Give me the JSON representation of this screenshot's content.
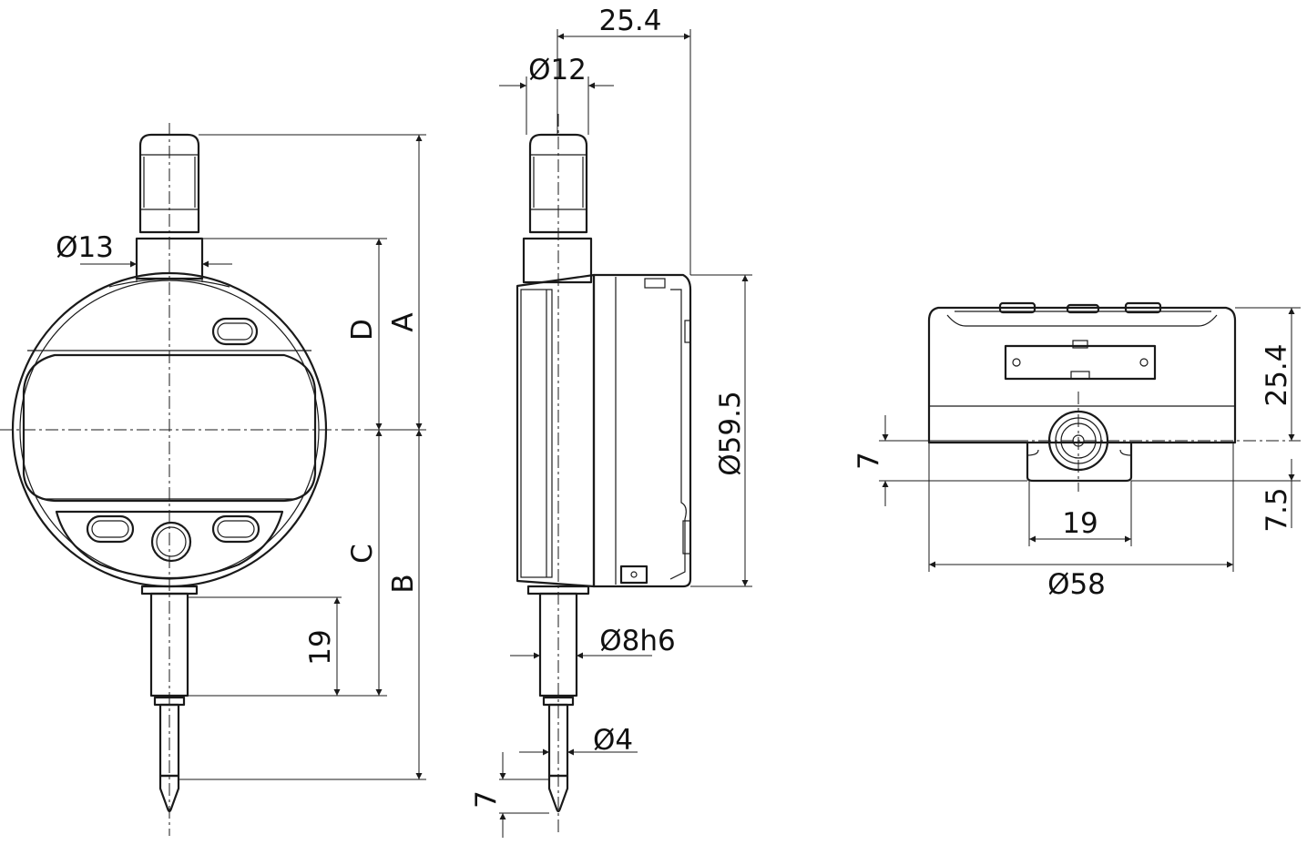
{
  "dimensions": {
    "front": {
      "hub_dia": "Ø13",
      "d": "D",
      "a": "A",
      "c": "C",
      "b": "B",
      "stem_len": "19"
    },
    "side": {
      "depth": "25.4",
      "cap_dia": "Ø12",
      "body_dia": "Ø59.5",
      "stem_dia": "Ø8h6",
      "spindle_dia": "Ø4",
      "tip_len": "7"
    },
    "top": {
      "height": "25.4",
      "center_offset": "7",
      "lug_offset": "7.5",
      "lug_width": "19",
      "body_width": "Ø58"
    }
  }
}
